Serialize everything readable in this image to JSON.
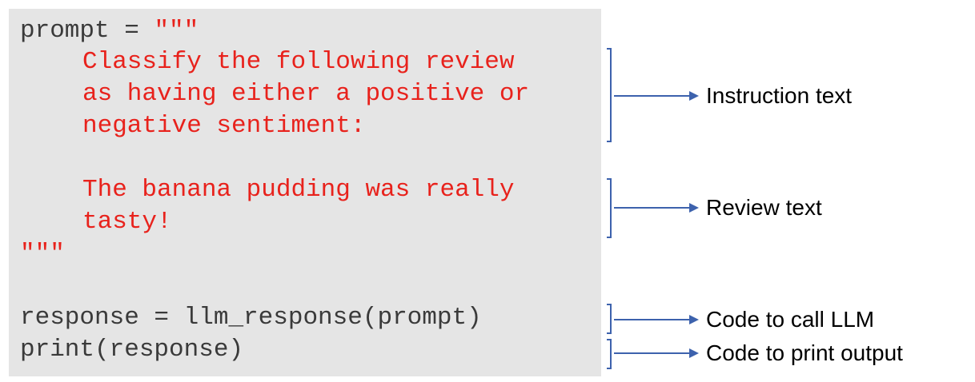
{
  "code": {
    "line1_var": "prompt = ",
    "line1_quote": "\"\"\"",
    "instruction_lines": [
      "Classify the following review",
      "as having either a positive or",
      "negative sentiment:"
    ],
    "review_lines": [
      "The banana pudding was really",
      "tasty!"
    ],
    "closing_quote": "\"\"\"",
    "call_line": "response = llm_response(prompt)",
    "print_line": "print(response)"
  },
  "annotations": [
    {
      "label": "Instruction text"
    },
    {
      "label": "Review text"
    },
    {
      "label": "Code to call LLM"
    },
    {
      "label": "Code to print output"
    }
  ],
  "colors": {
    "panel_background": "#e5e5e5",
    "code_text": "#3a3a3a",
    "string_text": "#e8221c",
    "annotation_arrow": "#3d62ad"
  }
}
